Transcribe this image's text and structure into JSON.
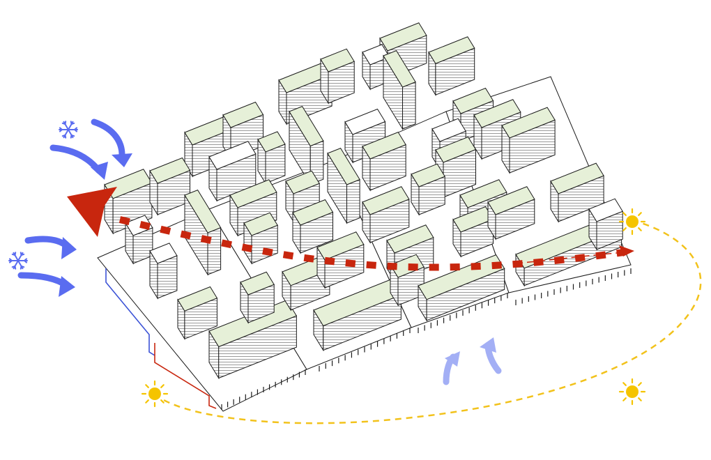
{
  "colors": {
    "background": "#ffffff",
    "building_roof": "#e6f0d8",
    "building_roof_white": "#ffffff",
    "building_side": "#ffffff",
    "outline": "#1a1a1a",
    "floor_line": "#333333",
    "wind_cold": "#5a6cf0",
    "wind_light": "#a3aff5",
    "wind_warm_arrow": "#c8260e",
    "sun": "#f5c400",
    "sun_path": "#f2c21b",
    "section_blue": "#3b52d6",
    "section_red": "#c8260e"
  },
  "icons": {
    "cold": "snowflake-icon",
    "sun": "sun-icon",
    "wind": "curved-arrow-icon"
  },
  "blocks": [
    {
      "name": "block-nw-1"
    },
    {
      "name": "block-nw-2"
    },
    {
      "name": "block-n-1"
    },
    {
      "name": "block-n-2"
    },
    {
      "name": "block-ne-1"
    },
    {
      "name": "block-ne-2"
    },
    {
      "name": "block-w-1"
    },
    {
      "name": "block-c-1"
    },
    {
      "name": "block-c-2"
    },
    {
      "name": "block-e-1"
    },
    {
      "name": "block-sw-1"
    },
    {
      "name": "block-s-1"
    },
    {
      "name": "block-s-2"
    },
    {
      "name": "block-se-1"
    }
  ]
}
